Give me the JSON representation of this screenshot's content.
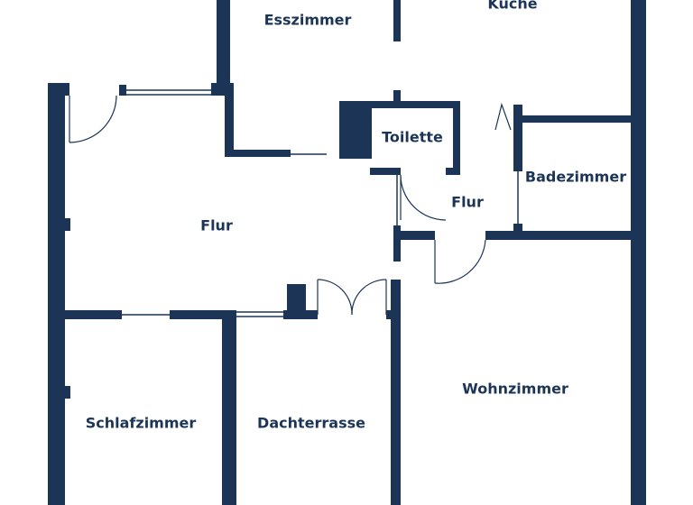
{
  "floorplan": {
    "colors": {
      "wall": "#1c3557",
      "background": "#ffffff"
    },
    "rooms": {
      "kueche": "Küche",
      "esszimmer": "Esszimmer",
      "toilette": "Toilette",
      "badezimmer": "Badezimmer",
      "flur_main": "Flur",
      "flur_small": "Flur",
      "wohnzimmer": "Wohnzimmer",
      "schlafzimmer": "Schlafzimmer",
      "dachterrasse": "Dachterrasse"
    }
  }
}
